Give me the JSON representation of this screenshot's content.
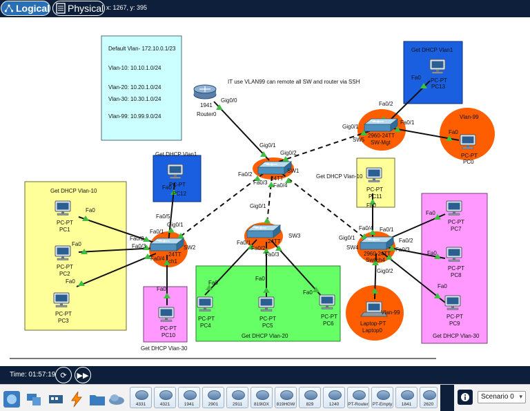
{
  "toolbar": {
    "logical_label": "Logical",
    "physical_label": "Physical",
    "coords": "x: 1267, y: 395"
  },
  "notes": {
    "vlan_info": [
      "Default Vlan- 172.10.0.1/23",
      "Vlan-10:  10.10.1.0/24",
      "Vlan-20:  10.20.1.0/24",
      "Vlan-30:  10.30.1.0/24",
      "Vlan-99:  10.99.9.0/24"
    ],
    "ssh_note": "IT use VLAN99 can remote all SW and router via SSH",
    "dhcp_vlan1_top": "Get DHCP Vlan1",
    "dhcp_vlan1_left": "Get DHCP Vlan1",
    "dhcp_vlan10_yellow": "Get DHCP Vlan-10",
    "dhcp_vlan10_small": "Get DHCP Vlan-10",
    "dhcp_vlan20": "Get DHCP Vlan-20",
    "dhcp_vlan30_bottom": "Get DHCP Vlan-30",
    "dhcp_vlan30_pink": "Get DHCP Vlan-30",
    "vlan99_pc0": "Vlan-99",
    "vlan99_laptop": "Vlan-99"
  },
  "devices": {
    "router0": [
      "1941",
      "Router0"
    ],
    "sw1_label": "SW1",
    "sw1_model": "24TT",
    "sw2_label": "SW2",
    "sw2_model": [
      "24TT",
      "ch1"
    ],
    "sw3_label": "SW3",
    "sw3_model": "24TT",
    "sw4_label": "SW4",
    "sw4_model": [
      "2960-24TT",
      "Switch4"
    ],
    "sw5_label": "SW5",
    "sw5_model": [
      "2960-24TT",
      "SW-Mgt"
    ],
    "pc1": [
      "PC-PT",
      "PC1"
    ],
    "pc2": [
      "PC-PT",
      "PC2"
    ],
    "pc3": [
      "PC-PT",
      "PC3"
    ],
    "pc4": [
      "PC-PT",
      "PC4"
    ],
    "pc5": [
      "PC-PT",
      "PC5"
    ],
    "pc6": [
      "PC-PT",
      "PC6"
    ],
    "pc7": [
      "PC-PT",
      "PC7"
    ],
    "pc8": [
      "PC-PT",
      "PC8"
    ],
    "pc9": [
      "PC-PT",
      "PC9"
    ],
    "pc10": [
      "PC-PT",
      "PC10"
    ],
    "pc11": [
      "PC-PT",
      "PC11"
    ],
    "pc12": [
      "PC-PT",
      "PC12"
    ],
    "pc13": [
      "PC-PT",
      "PC13"
    ],
    "pc0": [
      "PC-PT",
      "PC0"
    ],
    "laptop0": [
      "Laptop-PT",
      "Laptop0"
    ]
  },
  "ports": {
    "r_gig00": "Gig0/0",
    "sw1_gig01": "Gig0/1",
    "sw1_gig02": "Gig0/2",
    "sw1_fa02": "Fa0/2",
    "sw1_fa03": "Fa0/3",
    "sw1_fa04": "Fa0/4",
    "sw5_gig01": "Gig0/1",
    "sw5_fa02": "Fa0/2",
    "sw5_fa01": "Fa0/1",
    "sw2_fa05": "Fa0/5",
    "sw2_gig01": "Gig0/1",
    "sw2_fa01": "Fa0/1",
    "sw2_fa02": "Fa0/2",
    "sw2_fa03": "Fa0/3",
    "sw2_fa04": "Fa0/4",
    "sw3_gig01": "Gig0/1",
    "sw3_fa01": "Fa0/1",
    "sw3_fa02": "Fa0/2",
    "sw3_fa03": "Fa0/3",
    "sw4_fa04": "Fa0/4",
    "sw4_fa01": "Fa0/1",
    "sw4_gig01": "Gig0/1",
    "sw4_fa02": "Fa0/2",
    "sw4_fa03": "Fa0/3",
    "sw4_gig02": "Gig0/2",
    "pc1_fa0": "Fa0",
    "pc2_fa0": "Fa0",
    "pc3_fa0": "Fa0",
    "pc4_fa0": "Fa0",
    "pc5_fa0": "Fa0",
    "pc6_fa0": "Fa0",
    "pc7_fa0": "Fa0",
    "pc8_fa0": "Fa0",
    "pc9_fa0": "Fa0",
    "pc10_fa0": "Fa0",
    "pc11_fa0": "Fa0",
    "pc12_fa0": "Fa0",
    "pc13_fa0": "Fa0",
    "pc0_fa0": "Fa0"
  },
  "time": {
    "label": "Time: 01:57:19"
  },
  "device_tiles": [
    "4331",
    "4321",
    "1941",
    "2901",
    "2911",
    "819IOX",
    "819HGW",
    "829",
    "1240",
    "PT-Router",
    "PT-Empty",
    "1841",
    "2620"
  ],
  "scenario": {
    "value": "Scenario 0"
  },
  "colors": {
    "topbar": "#0d1f3a",
    "vlan1": "#1a5fe0",
    "vlan10": "#ffff99",
    "vlan20": "#66ff66",
    "vlan30": "#ff99ff",
    "vlan99": "#ff5e00",
    "note_box": "#ccffff"
  }
}
